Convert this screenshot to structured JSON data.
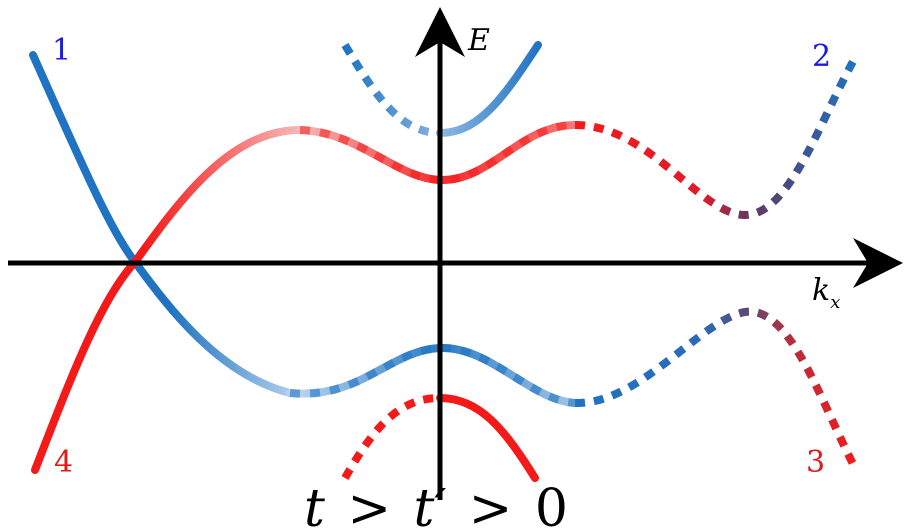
{
  "axes": {
    "y_label": "E",
    "x_label_main": "k",
    "x_label_sub": "x"
  },
  "band_labels": {
    "b1": "1",
    "b2": "2",
    "b3": "3",
    "b4": "4"
  },
  "condition": {
    "t1": "t",
    "gt1": ">",
    "t2": "t′",
    "gt2": ">",
    "zero": "0"
  },
  "colors": {
    "blue": "#1f73c2",
    "red": "#f41a1a",
    "purple": "#6a3560",
    "axis": "#000000"
  }
}
